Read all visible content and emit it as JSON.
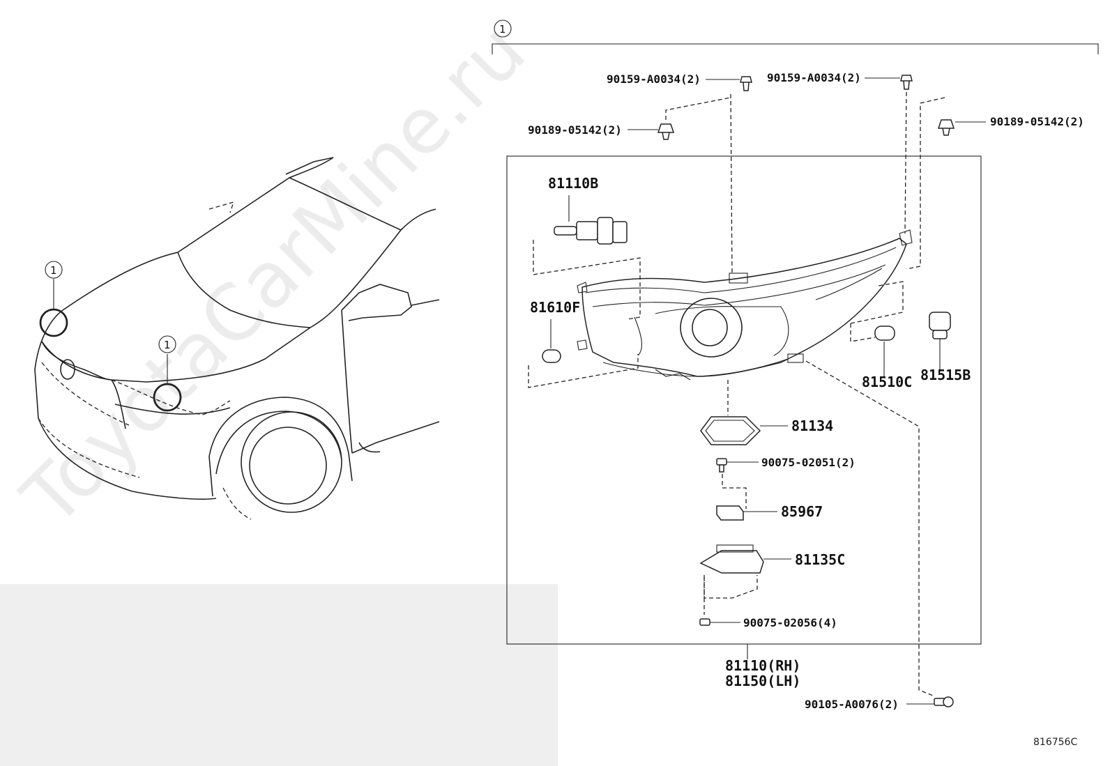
{
  "watermark": "ToyotaCarMine.ru",
  "callout_number": "1",
  "ref_code": "816756C",
  "labels": {
    "p_90159_left": "90159-A0034(2)",
    "p_90159_right": "90159-A0034(2)",
    "p_90189_left": "90189-05142(2)",
    "p_90189_right": "90189-05142(2)",
    "p_81110B": "81110B",
    "p_81610F": "81610F",
    "p_81510C": "81510C",
    "p_81515B": "81515B",
    "p_81134": "81134",
    "p_90075_02051": "90075-02051(2)",
    "p_85967": "85967",
    "p_81135C": "81135C",
    "p_90075_02056": "90075-02056(4)",
    "p_81110": "81110(RH)",
    "p_81150": "81150(LH)",
    "p_90105": "90105-A0076(2)"
  }
}
